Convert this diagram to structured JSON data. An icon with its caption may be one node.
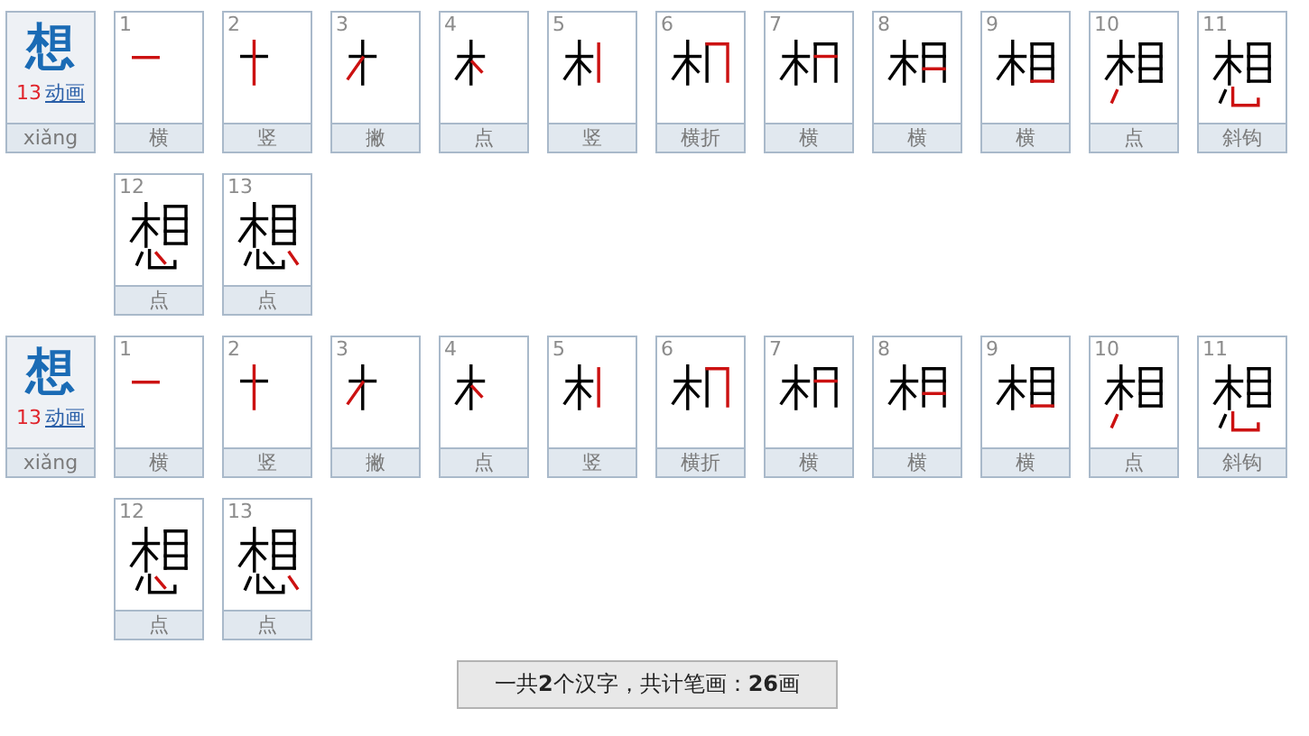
{
  "diagram": {
    "nodes": [
      {
        "text": [
          "想",
          "13",
          "动画",
          "xiǎng"
        ]
      },
      {
        "text": [
          "1",
          "横"
        ]
      },
      {
        "text": [
          "2",
          "竖"
        ]
      },
      {
        "text": [
          "3",
          "撇"
        ]
      },
      {
        "text": [
          "4",
          "点"
        ]
      },
      {
        "text": [
          "5",
          "竖"
        ]
      },
      {
        "text": [
          "6",
          "横折"
        ]
      },
      {
        "text": [
          "7",
          "横"
        ]
      },
      {
        "text": [
          "8",
          "横"
        ]
      },
      {
        "text": [
          "9",
          "横"
        ]
      },
      {
        "text": [
          "10",
          "点"
        ]
      },
      {
        "text": [
          "11",
          "斜钩"
        ]
      },
      {
        "text": [
          "12",
          "点"
        ]
      },
      {
        "text": [
          "13",
          "点"
        ]
      },
      {
        "text": [
          "想",
          "13",
          "动画",
          "xiǎng"
        ]
      },
      {
        "text": [
          "1",
          "横"
        ]
      },
      {
        "text": [
          "2",
          "竖"
        ]
      },
      {
        "text": [
          "3",
          "撇"
        ]
      },
      {
        "text": [
          "4",
          "点"
        ]
      },
      {
        "text": [
          "5",
          "竖"
        ]
      },
      {
        "text": [
          "6",
          "横折"
        ]
      },
      {
        "text": [
          "7",
          "横"
        ]
      },
      {
        "text": [
          "8",
          "横"
        ]
      },
      {
        "text": [
          "9",
          "横"
        ]
      },
      {
        "text": [
          "10",
          "点"
        ]
      },
      {
        "text": [
          "11",
          "斜钩"
        ]
      },
      {
        "text": [
          "12",
          "点"
        ]
      },
      {
        "text": [
          "13",
          "点"
        ]
      },
      {
        "text": [
          "一共**2**个汉字，共计笔画：**26**画"
        ]
      }
    ]
  }
}
